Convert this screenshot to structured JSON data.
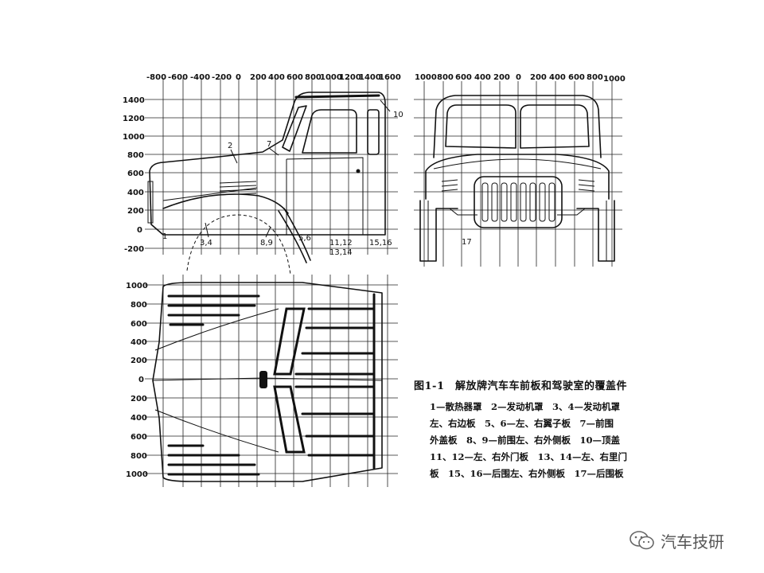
{
  "figure": {
    "title": "图1-1　解放牌汽车车前板和驾驶室的覆盖件",
    "legend_lines": [
      "1—散热器罩　2—发动机罩　3、4—发动机罩",
      "左、右边板　5、6—左、右翼子板　7—前围",
      "外盖板　8、9—前围左、右外侧板　10—顶盖",
      "11、12—左、右外门板　13、14—左、右里门",
      "板　15、16—后围左、右外侧板　17—后围板"
    ]
  },
  "side_view": {
    "x_ticks": [
      "-800",
      "-600",
      "-400",
      "-200",
      "0",
      "200",
      "400",
      "600",
      "800",
      "1000",
      "1200",
      "1400",
      "1600"
    ],
    "y_ticks": [
      "1400",
      "1200",
      "1000",
      "800",
      "600",
      "400",
      "200",
      "0",
      "-200"
    ],
    "callouts": [
      "2",
      "7",
      "10",
      "1",
      "3,4",
      "8,9",
      "5,6",
      "11,12",
      "13,14",
      "15,16"
    ]
  },
  "front_view": {
    "x_ticks": [
      "1000",
      "800",
      "600",
      "400",
      "200",
      "0",
      "200",
      "400",
      "600",
      "800",
      "1000"
    ],
    "callouts": [
      "17"
    ]
  },
  "top_view": {
    "y_ticks": [
      "1000",
      "800",
      "600",
      "400",
      "200",
      "0",
      "200",
      "400",
      "600",
      "800",
      "1000"
    ]
  },
  "watermark": {
    "text": "汽车技研",
    "icon": "wechat-icon"
  },
  "colors": {
    "line": "#111111",
    "watermark": "#555555"
  }
}
